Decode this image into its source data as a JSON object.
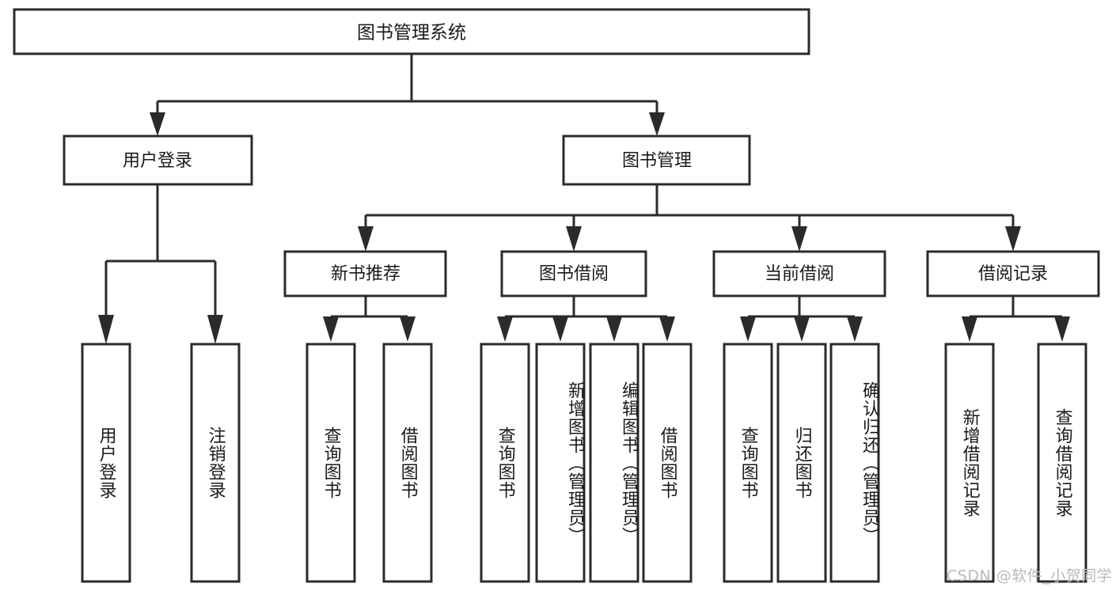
{
  "diagram": {
    "type": "tree-hierarchy-chart",
    "title_node": {
      "id": "root",
      "label": "图书管理系统"
    },
    "level2": [
      {
        "id": "user-login",
        "label": "用户登录"
      },
      {
        "id": "book-management",
        "label": "图书管理"
      }
    ],
    "level3": [
      {
        "id": "new-book-recommend",
        "label": "新书推荐",
        "parent": "book-management"
      },
      {
        "id": "book-borrow",
        "label": "图书借阅",
        "parent": "book-management"
      },
      {
        "id": "current-borrow",
        "label": "当前借阅",
        "parent": "book-management"
      },
      {
        "id": "borrow-record",
        "label": "借阅记录",
        "parent": "book-management"
      }
    ],
    "leaves": [
      {
        "id": "leaf-user-login",
        "label": "用户登录",
        "parent": "user-login"
      },
      {
        "id": "leaf-logout-login",
        "label": "注销登录",
        "parent": "user-login"
      },
      {
        "id": "leaf-query-book-1",
        "label": "查询图书",
        "parent": "new-book-recommend"
      },
      {
        "id": "leaf-borrow-book-1",
        "label": "借阅图书",
        "parent": "new-book-recommend"
      },
      {
        "id": "leaf-query-book-2",
        "label": "查询图书",
        "parent": "book-borrow"
      },
      {
        "id": "leaf-add-book",
        "label": "新增图书（管理员）",
        "parent": "book-borrow"
      },
      {
        "id": "leaf-edit-book",
        "label": "编辑图书（管理员）",
        "parent": "book-borrow"
      },
      {
        "id": "leaf-borrow-book-2",
        "label": "借阅图书",
        "parent": "book-borrow"
      },
      {
        "id": "leaf-query-book-3",
        "label": "查询图书",
        "parent": "current-borrow"
      },
      {
        "id": "leaf-return-book",
        "label": "归还图书",
        "parent": "current-borrow"
      },
      {
        "id": "leaf-confirm-return",
        "label": "确认归还（管理员）",
        "parent": "current-borrow"
      },
      {
        "id": "leaf-add-record",
        "label": "新增借阅记录",
        "parent": "borrow-record"
      },
      {
        "id": "leaf-query-record",
        "label": "查询借阅记录",
        "parent": "borrow-record"
      }
    ]
  },
  "watermark": {
    "text": "CSDN @软件_小贺同学"
  },
  "colors": {
    "stroke": "#2b2b2b",
    "fill": "#ffffff",
    "text": "#1a1a1a",
    "watermark": "#b9b9b9"
  }
}
